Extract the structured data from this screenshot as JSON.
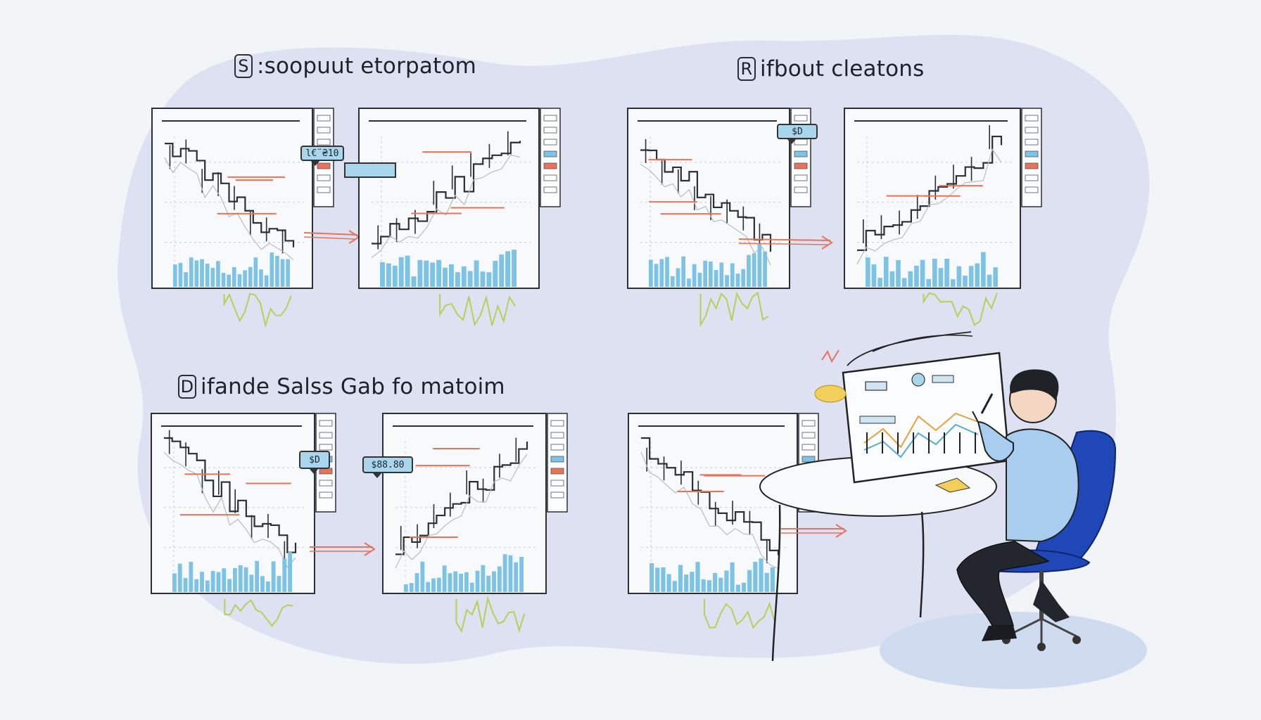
{
  "headings": {
    "top_left": {
      "glyph": "S",
      "text": ":soopuut etorpatom"
    },
    "top_right": {
      "glyph": "R",
      "text": "ifbout cleatons"
    },
    "bottom_left": {
      "glyph": "D",
      "text": "ifande Salss Gab fo matoim"
    }
  },
  "callouts": {
    "c1": "l€¨₴10",
    "c2": "$D",
    "c3": "$D",
    "c4": "$88.80"
  },
  "colors": {
    "background": "#f2f5f7",
    "blob": "#dde1f1",
    "chart_line": "#2b2f36",
    "red_line": "#e8735a",
    "volume": "#7cc3e6",
    "oscillator": "#b7cf5a",
    "callout": "#a9d6ec",
    "shirt": "#a9cdee",
    "chair": "#1f47b8"
  }
}
